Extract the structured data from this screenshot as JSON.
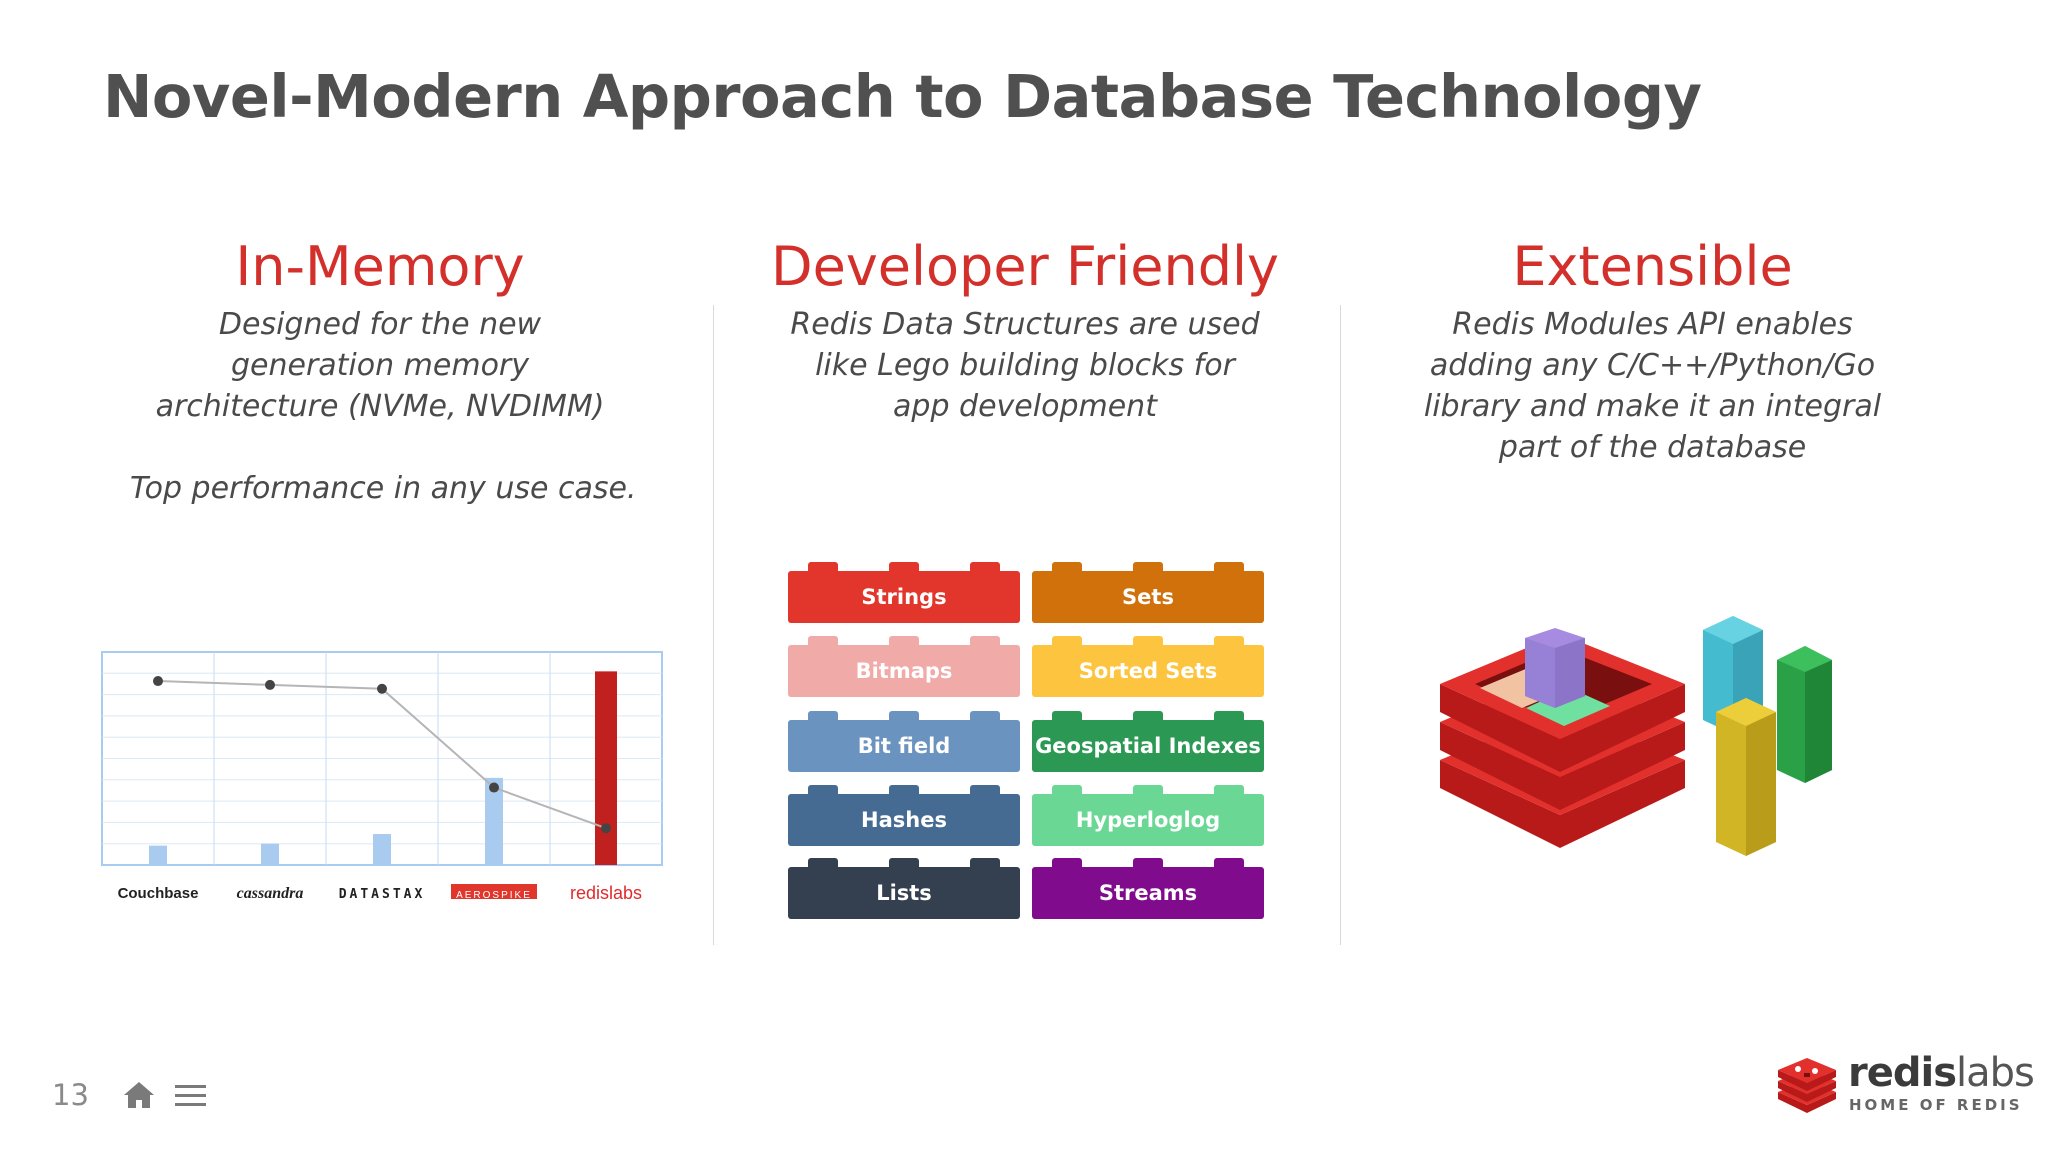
{
  "slide": {
    "title": "Novel-Modern Approach to Database Technology",
    "page_number": "13"
  },
  "columns": [
    {
      "heading": "In-Memory",
      "description": "Designed for the new generation memory architecture (NVMe, NVDIMM)",
      "extra": "Top performance in any use case."
    },
    {
      "heading": "Developer Friendly",
      "description": "Redis Data Structures are used like Lego building blocks for app development"
    },
    {
      "heading": "Extensible",
      "description": "Redis Modules API enables adding any C/C++/Python/Go library and make it an integral part of the database"
    }
  ],
  "chart_data": {
    "type": "bar",
    "categories": [
      "Couchbase",
      "cassandra",
      "DATASTAX",
      "AEROSPIKE",
      "redislabs"
    ],
    "series": [
      {
        "values": [
          0.1,
          0.11,
          0.16,
          0.45,
          1.0
        ],
        "colors": [
          "#a9cbef",
          "#a9cbef",
          "#a9cbef",
          "#a9cbef",
          "#c0211f"
        ]
      },
      {
        "type": "line",
        "values": [
          0.95,
          0.93,
          0.91,
          0.4,
          0.19
        ]
      }
    ],
    "ylim": [
      0,
      1.1
    ],
    "grid": true
  },
  "lego_blocks": [
    {
      "label": "Strings",
      "color": "#e2362c"
    },
    {
      "label": "Sets",
      "color": "#d0710c"
    },
    {
      "label": "Bitmaps",
      "color": "#f0aaa8"
    },
    {
      "label": "Sorted Sets",
      "color": "#fdc53f"
    },
    {
      "label": "Bit field",
      "color": "#6a93bf"
    },
    {
      "label": "Geospatial Indexes",
      "color": "#2b9954"
    },
    {
      "label": "Hashes",
      "color": "#466b93"
    },
    {
      "label": "Hyperloglog",
      "color": "#6bd795"
    },
    {
      "label": "Lists",
      "color": "#34404f"
    },
    {
      "label": "Streams",
      "color": "#800b8c"
    }
  ],
  "footer": {
    "logo_main": "redis",
    "logo_light": "labs",
    "logo_tag": "HOME OF REDIS",
    "home_icon": "home-icon",
    "menu_icon": "menu-icon"
  },
  "colors": {
    "accent": "#d3302b",
    "title": "#505050"
  }
}
